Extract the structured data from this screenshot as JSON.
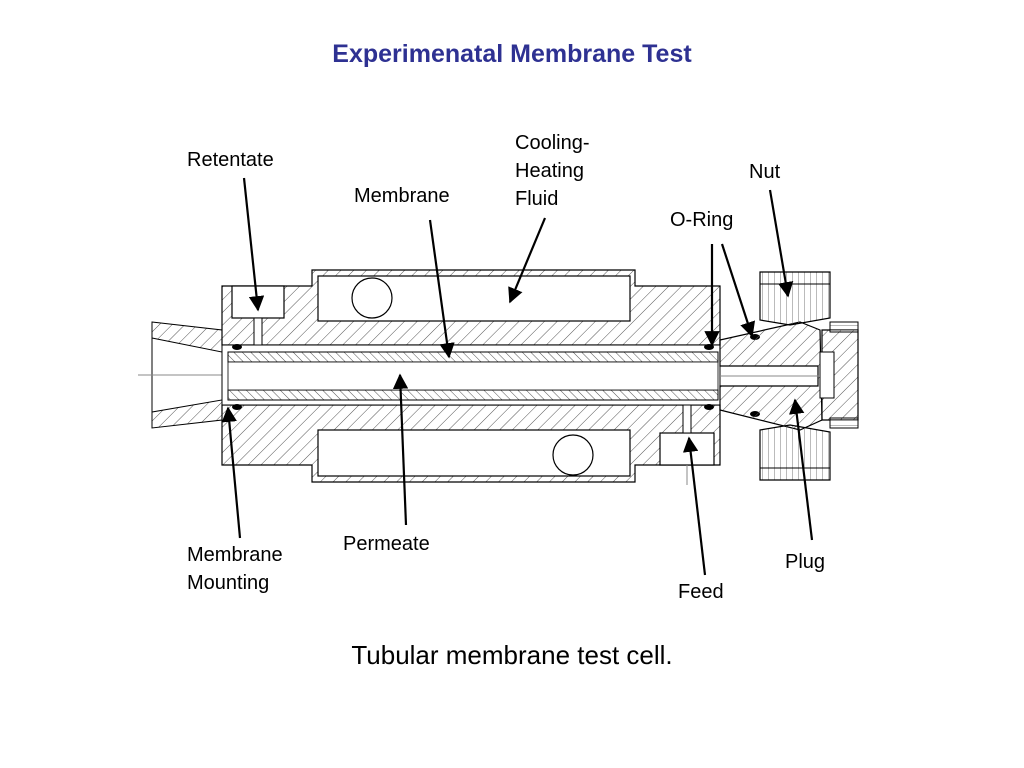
{
  "title": "Experimenatal Membrane Test",
  "caption": "Tubular membrane test cell.",
  "labels": {
    "retentate": "Retentate",
    "membrane": "Membrane",
    "cooling_heating_fluid": [
      "Cooling-",
      "Heating",
      "Fluid"
    ],
    "nut": "Nut",
    "o_ring": "O-Ring",
    "membrane_mounting": [
      "Membrane",
      "Mounting"
    ],
    "permeate": "Permeate",
    "feed": "Feed",
    "plug": "Plug"
  },
  "colors": {
    "title": "#2e3192",
    "line": "#000000",
    "hatch": "#555555"
  }
}
